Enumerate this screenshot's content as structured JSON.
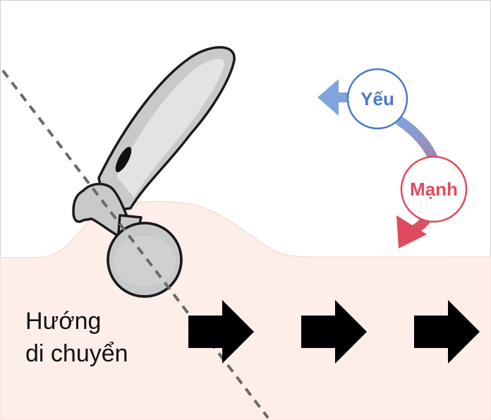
{
  "labels": {
    "weak": "Yếu",
    "strong": "Mạnh",
    "direction_line1": "Hướng",
    "direction_line2": "di chuyển"
  },
  "colors": {
    "skin": "#fdeeea",
    "skin_edge": "#f6dcd6",
    "weak_blue": "#4a79c8",
    "weak_arrow": "#7fa5dc",
    "strong_red": "#e04a5c",
    "tool_fill": "#c8c9cb",
    "tool_highlight": "#e2e3e4",
    "outline": "#1a1a1a",
    "dashed_line": "#6a6a6a",
    "movement_arrow": "#000000"
  },
  "icons": {
    "tool": "facial-roller-icon",
    "movement": "right-arrow-icon"
  }
}
